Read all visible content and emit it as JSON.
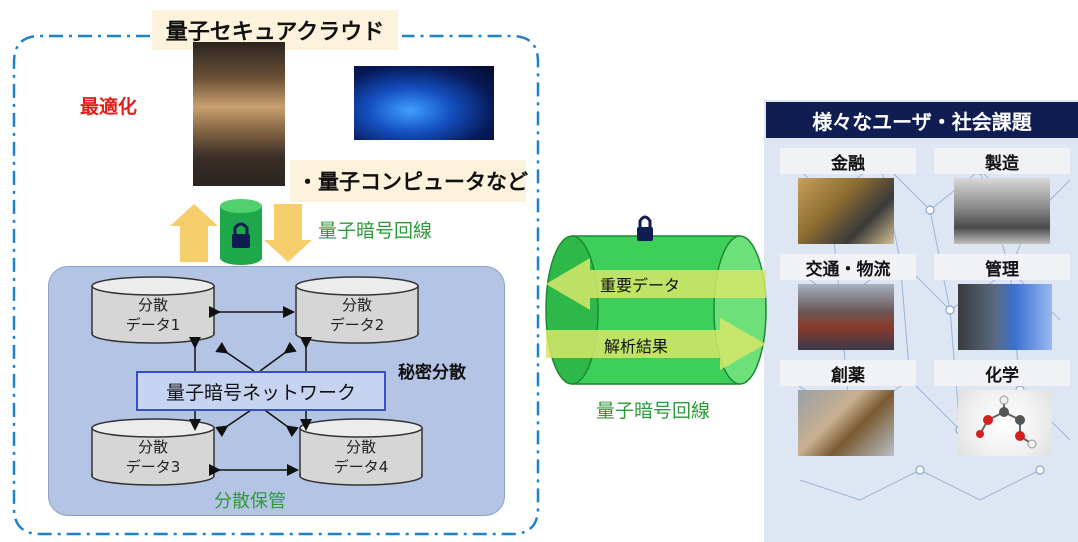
{
  "cloud": {
    "title": "量子セキュアクラウド",
    "optimization_label": "最適化",
    "qc_caption": "・量子コンピュータなど",
    "crypto_line_label": "量子暗号回線"
  },
  "storage": {
    "cylinders": [
      {
        "line1": "分散",
        "line2": "データ1"
      },
      {
        "line1": "分散",
        "line2": "データ2"
      },
      {
        "line1": "分散",
        "line2": "データ3"
      },
      {
        "line1": "分散",
        "line2": "データ4"
      }
    ],
    "secret_sharing_label": "秘密分散",
    "network_label": "量子暗号ネットワーク",
    "distributed_storage_label": "分散保管"
  },
  "tunnel": {
    "important_data_label": "重要データ",
    "analysis_result_label": "解析結果",
    "crypto_line_label": "量子暗号回線"
  },
  "users": {
    "title": "様々なユーザ・社会課題",
    "categories": [
      "金融",
      "製造",
      "交通・物流",
      "管理",
      "創薬",
      "化学"
    ]
  },
  "colors": {
    "green_text": "#2e9a3a",
    "red_text": "#e0201c",
    "cloud_border": "#1e82c8",
    "storage_bg": "#b4c4e4",
    "network_border": "#3a4ec8",
    "panel_title_bg": "#0f1d52",
    "tunnel_green": "#3ecf5a",
    "arrow_gold": "#f5cd6a"
  }
}
